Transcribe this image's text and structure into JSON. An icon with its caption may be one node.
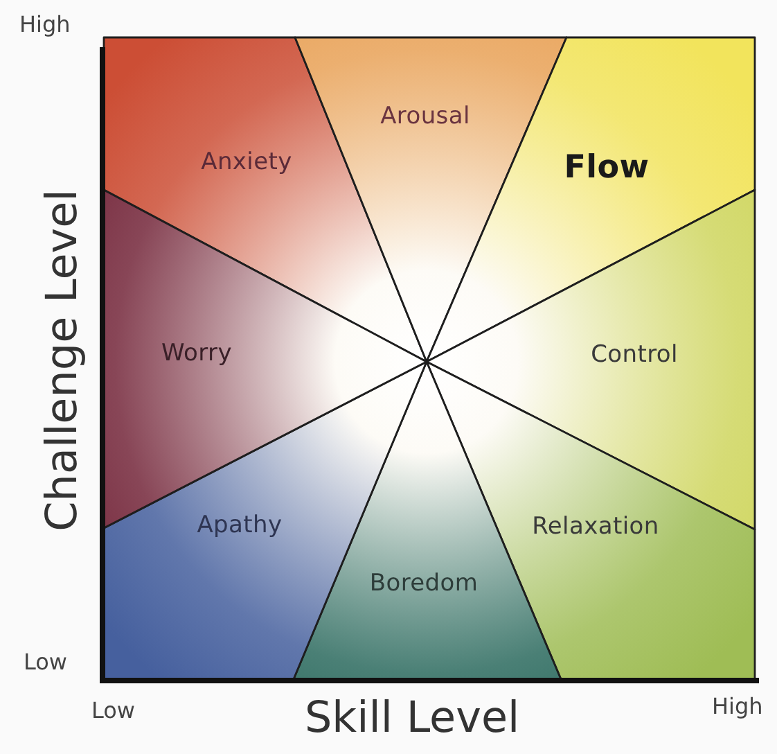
{
  "diagram": {
    "nodes": [
      {
        "text": [
          "Anxiety"
        ]
      },
      {
        "text": [
          "Arousal"
        ]
      },
      {
        "text": [
          "Flow"
        ]
      },
      {
        "text": [
          "Control"
        ]
      },
      {
        "text": [
          "Relaxation"
        ]
      },
      {
        "text": [
          "Boredom"
        ]
      },
      {
        "text": [
          "Apathy"
        ]
      },
      {
        "text": [
          "Worry"
        ]
      }
    ],
    "edges": [],
    "labels": [
      "High",
      "Challenge Level",
      "Low",
      "Low",
      "Skill Level",
      "High"
    ]
  }
}
